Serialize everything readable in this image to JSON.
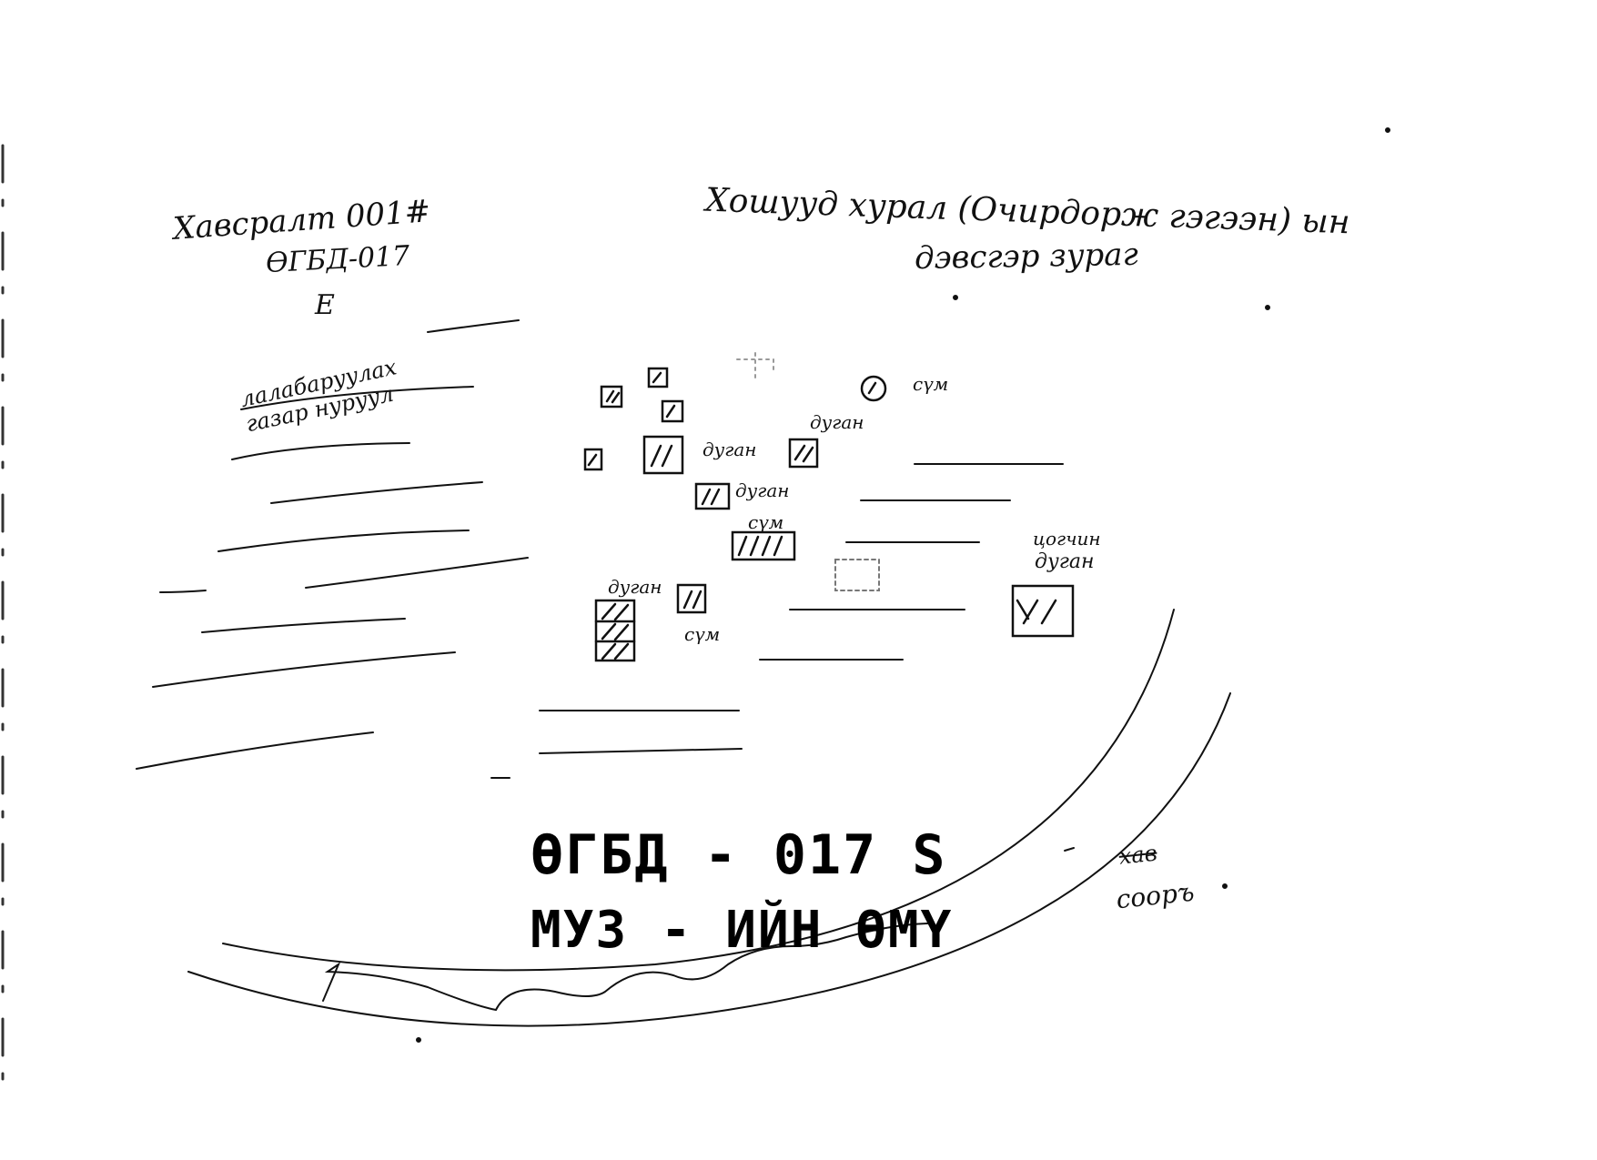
{
  "notes": {
    "ref_line1": "Хавсралт 001#",
    "ref_line2": "ӨГБД-017",
    "ref_line3": "Е",
    "title_line1": "Хошууд хурал (Очирдорж гэгээн) ын",
    "title_line2": "дэвсгэр зураг",
    "left_note": "лалабаруулах газар нуруул"
  },
  "labels": {
    "dugan_1": "дуган",
    "dugan_2": "дуган",
    "dugan_3": "дуган",
    "dugan_4": "дуган",
    "dugan_5": "дуган",
    "sum_1": "сүм",
    "sum_2": "сүм",
    "sum_3": "сүм",
    "tsogchin": "цогчин"
  },
  "stamp": {
    "code": "ӨГБД - 017 S",
    "org": "МУЗ - ИЙН ӨМҮ"
  },
  "river": {
    "label_struck": "хав",
    "label": "сооръ"
  }
}
